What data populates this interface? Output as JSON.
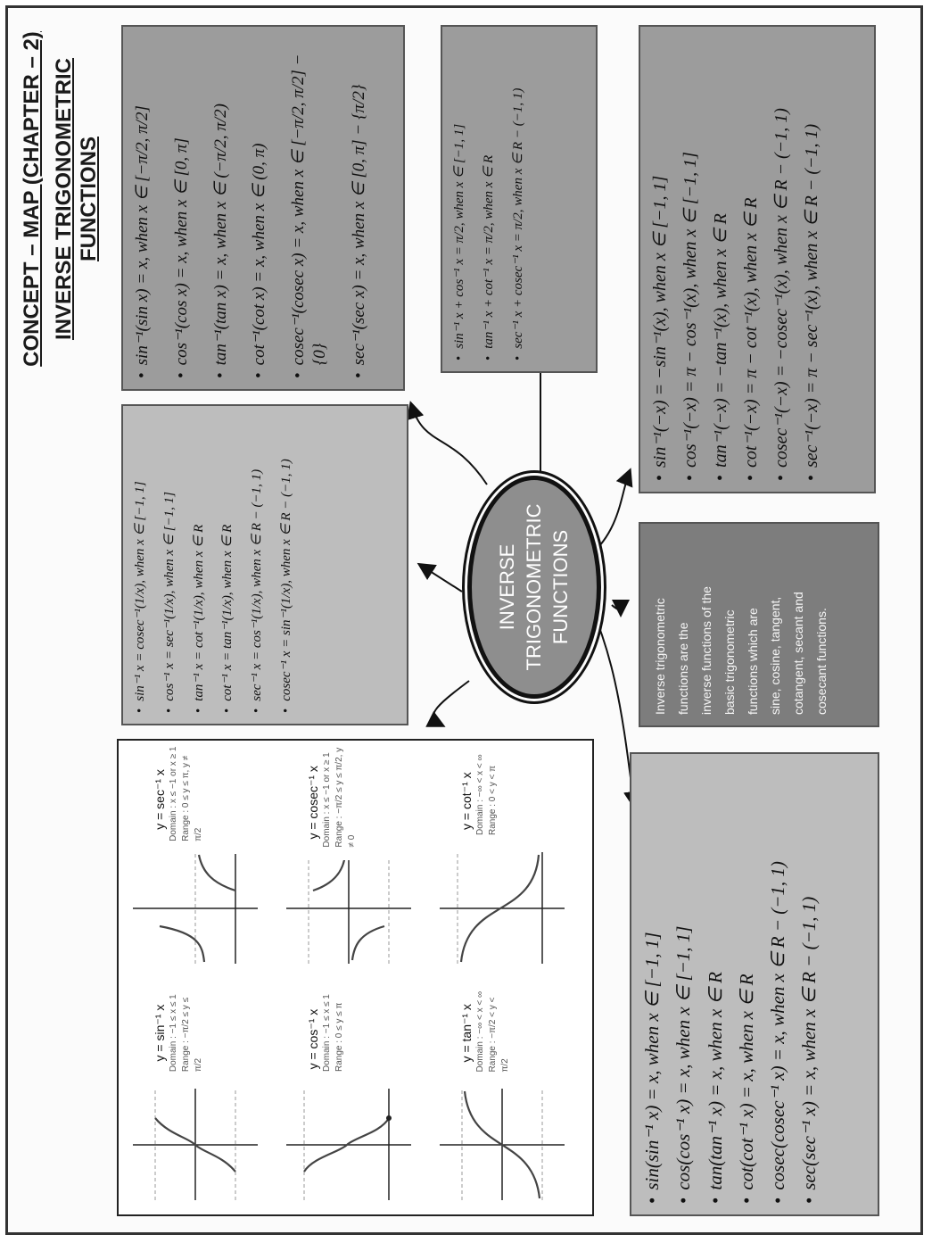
{
  "title_line1": "CONCEPT – MAP (CHAPTER – 2)",
  "title_line2": "INVERSE TRIGONOMETRIC FUNCTIONS",
  "center": {
    "line1": "INVERSE",
    "line2": "TRIGONOMETRIC",
    "line3": "FUNCTIONS"
  },
  "box_composition_inverse": [
    "sin⁻¹(sin x) = x,  when x ∈ [−π/2, π/2]",
    "cos⁻¹(cos x) = x,  when x ∈ [0, π]",
    "tan⁻¹(tan x) = x,  when x ∈ (−π/2, π/2)",
    "cot⁻¹(cot x) = x,  when x ∈ (0, π)",
    "cosec⁻¹(cosec x) = x,  when x ∈ [−π/2, π/2] − {0}",
    "sec⁻¹(sec x) = x,  when x ∈ [0, π] − {π/2}"
  ],
  "box_sum_identities": [
    "sin⁻¹ x + cos⁻¹ x = π/2,  when x ∈ [−1, 1]",
    "tan⁻¹ x + cot⁻¹ x = π/2,  when x ∈ R",
    "sec⁻¹ x + cosec⁻¹ x = π/2,  when x ∈ R − (−1, 1)"
  ],
  "box_negative_argument": [
    "sin⁻¹(−x) = −sin⁻¹(x),  when x ∈ [−1, 1]",
    "cos⁻¹(−x) = π − cos⁻¹(x),  when x ∈ [−1, 1]",
    "tan⁻¹(−x) = −tan⁻¹(x),  when x ∈ R",
    "cot⁻¹(−x) = π − cot⁻¹(x),  when x ∈ R",
    "cosec⁻¹(−x) = −cosec⁻¹(x),  when x ∈ R − (−1, 1)",
    "sec⁻¹(−x) = π − sec⁻¹(x),  when x ∈ R − (−1, 1)"
  ],
  "box_reciprocal": [
    "sin⁻¹ x = cosec⁻¹(1/x),  when x ∈ [−1, 1]",
    "cos⁻¹ x = sec⁻¹(1/x),  when x ∈ [−1, 1]",
    "tan⁻¹ x = cot⁻¹(1/x),  when x ∈ R",
    "cot⁻¹ x = tan⁻¹(1/x),  when x ∈ R",
    "sec⁻¹ x = cos⁻¹(1/x),  when x ∈ R − (−1, 1)",
    "cosec⁻¹ x = sin⁻¹(1/x),  when x ∈ R − (−1, 1)"
  ],
  "definition": [
    "Inverse trigonometric",
    "functions are the",
    "inverse functions of the",
    "basic trigonometric",
    "functions which are",
    "sine, cosine, tangent,",
    "cotangent, secant and",
    "cosecant functions."
  ],
  "box_function_of_inverse": [
    "sin(sin⁻¹ x) = x,  when x ∈ [−1, 1]",
    "cos(cos⁻¹ x) = x,  when x ∈ [−1, 1]",
    "tan(tan⁻¹ x) = x,  when x ∈ R",
    "cot(cot⁻¹ x) = x,  when x ∈ R",
    "cosec(cosec⁻¹ x) = x,  when x ∈ R − (−1, 1)",
    "sec(sec⁻¹ x) = x,  when x ∈ R − (−1, 1)"
  ],
  "graphs": [
    {
      "caption": "y = sin⁻¹ x",
      "domain": "Domain : −1 ≤ x ≤ 1",
      "range": "Range : −π/2 ≤ y ≤ π/2"
    },
    {
      "caption": "y = cos⁻¹ x",
      "domain": "Domain : −1 ≤ x ≤ 1",
      "range": "Range : 0 ≤ y ≤ π"
    },
    {
      "caption": "y = tan⁻¹ x",
      "domain": "Domain : −∞ < x < ∞",
      "range": "Range : −π/2 < y < π/2"
    },
    {
      "caption": "y = sec⁻¹ x",
      "domain": "Domain : x ≤ −1 or x ≥ 1",
      "range": "Range : 0 ≤ y ≤ π, y ≠ π/2"
    },
    {
      "caption": "y = cosec⁻¹ x",
      "domain": "Domain : x ≤ −1 or x ≥ 1",
      "range": "Range : −π/2 ≤ y ≤ π/2, y ≠ 0"
    },
    {
      "caption": "y = cot⁻¹ x",
      "domain": "Domain : −∞ < x < ∞",
      "range": "Range : 0 < y < π"
    }
  ]
}
